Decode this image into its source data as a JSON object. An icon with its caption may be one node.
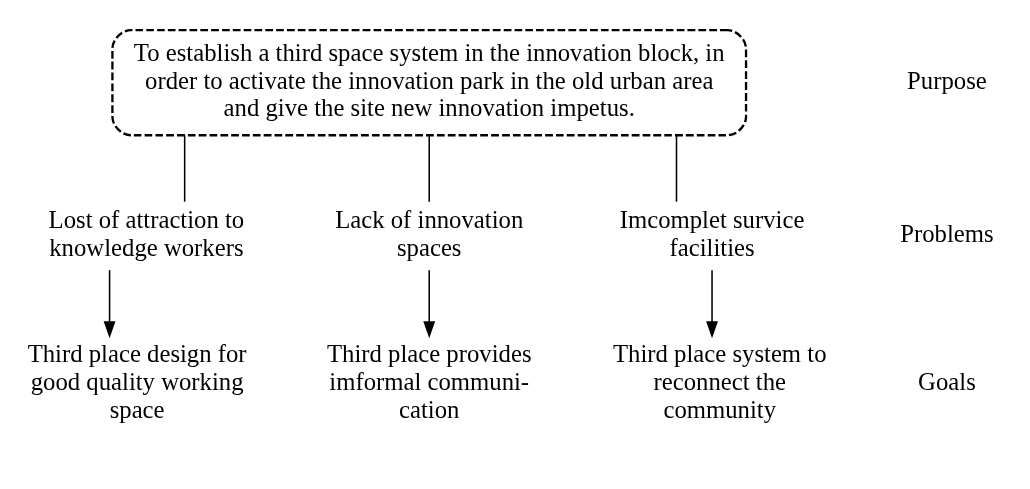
{
  "diagram": {
    "nodes": [
      {
        "text": [
          "To establish a third space system in the innovation block, in order to activate the innovation park in the old urban area and give the site new innovation impetus."
        ]
      },
      {
        "text": [
          "Lost of attraction to knowledge workers"
        ]
      },
      {
        "text": [
          "Lack of innovation spaces"
        ]
      },
      {
        "text": [
          "Imcomplet survice facilities"
        ]
      },
      {
        "text": [
          "Third place design for good quality working space"
        ]
      },
      {
        "text": [
          "Third place provides imformal communi- cation"
        ]
      },
      {
        "text": [
          "Third place system to reconnect the community"
        ]
      }
    ],
    "edges": [
      {
        "from": 0,
        "to": 1,
        "arrow": "none"
      },
      {
        "from": 0,
        "to": 2,
        "arrow": "none"
      },
      {
        "from": 0,
        "to": 3,
        "arrow": "none"
      },
      {
        "from": 1,
        "to": 4,
        "arrow": "to"
      },
      {
        "from": 2,
        "to": 5,
        "arrow": "to"
      },
      {
        "from": 3,
        "to": 6,
        "arrow": "to"
      }
    ],
    "labels": [
      "Purpose",
      "Problems",
      "Goals"
    ]
  }
}
